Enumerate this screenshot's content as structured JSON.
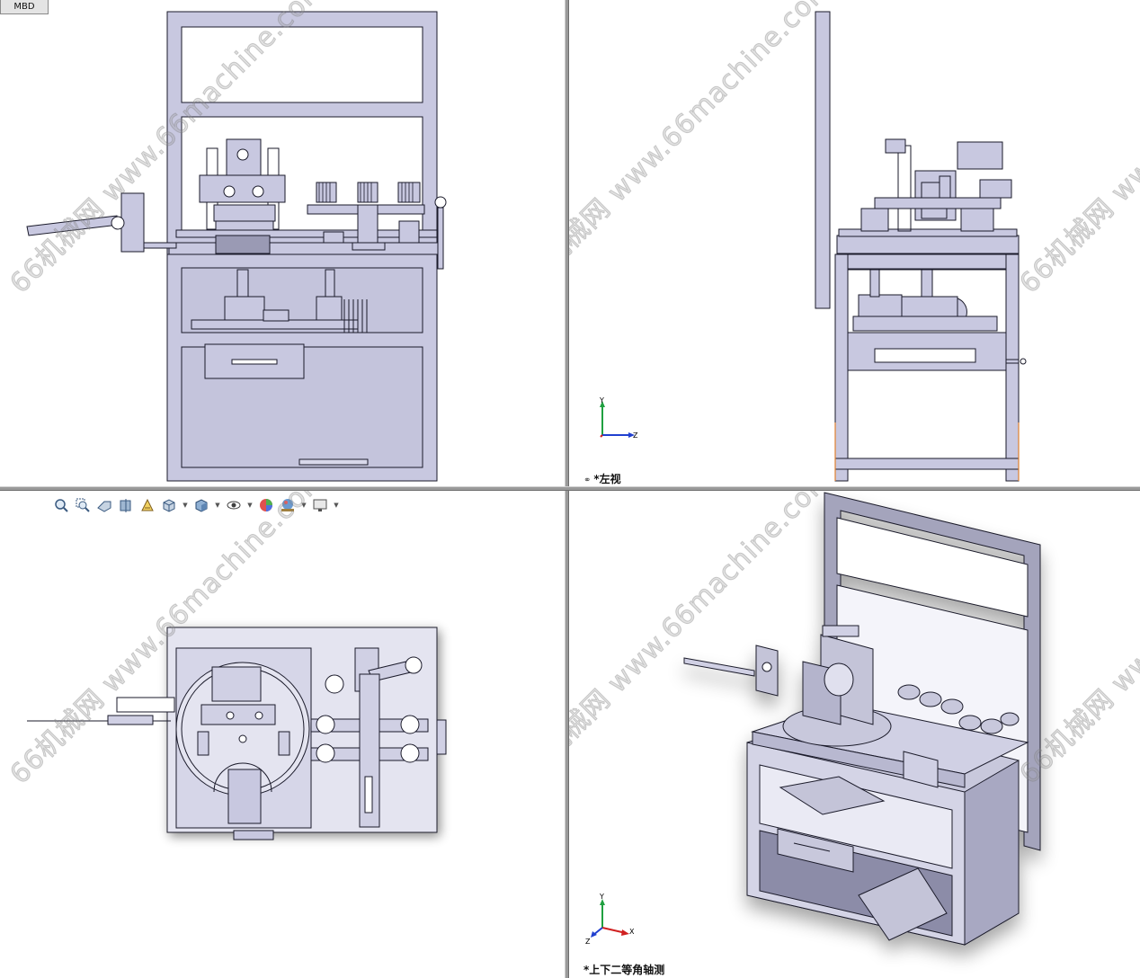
{
  "app": {
    "mbd_tab": "MBD"
  },
  "viewports": {
    "front": {
      "label": ""
    },
    "left": {
      "label": "*左视",
      "link_icon": "link-icon"
    },
    "top": {
      "label": ""
    },
    "iso": {
      "label": "*上下二等角轴测"
    }
  },
  "heads_up_toolbar": {
    "items": [
      {
        "icon": "zoom-to-fit-icon"
      },
      {
        "icon": "zoom-to-area-icon"
      },
      {
        "icon": "previous-view-icon"
      },
      {
        "icon": "section-view-icon"
      },
      {
        "icon": "dynamic-annotation-icon"
      },
      {
        "icon": "view-orientation-icon",
        "dropdown": true
      },
      {
        "icon": "display-style-icon",
        "dropdown": true
      },
      {
        "icon": "hide-show-items-icon",
        "dropdown": true
      },
      {
        "icon": "edit-appearance-icon"
      },
      {
        "icon": "apply-scene-icon",
        "dropdown": true
      },
      {
        "icon": "view-settings-icon",
        "dropdown": true
      }
    ]
  },
  "triads": {
    "left": {
      "y": "Y",
      "z": "Z"
    },
    "iso": {
      "y": "Y",
      "x": "X",
      "z": "Z"
    }
  },
  "watermark": {
    "text": "66机械网 www.66machine.com"
  },
  "colors": {
    "model_fill": "#c8c8e0",
    "model_stroke": "#1a1a2a",
    "axis_x": "#d02020",
    "axis_y": "#20a040",
    "axis_z": "#2040d0",
    "splitter": "#9a9a9a"
  }
}
